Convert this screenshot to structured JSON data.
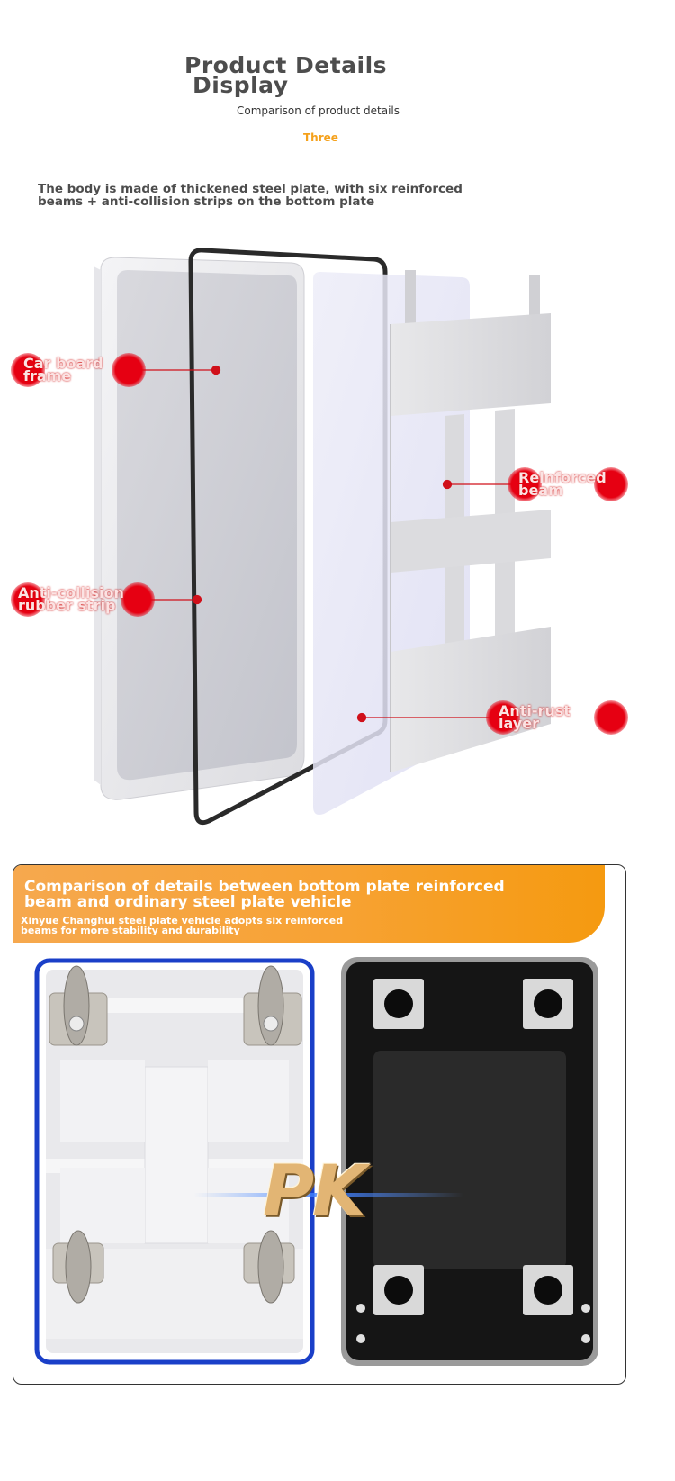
{
  "header": {
    "title_line1": "Product Details",
    "title_line2": "Display",
    "subtitle": "Comparison of product details",
    "section_number": "Three"
  },
  "description": "The body is made of thickened steel plate, with six reinforced\n beams + anti-collision strips on the bottom plate",
  "callouts": [
    {
      "label": "Car board\n frame"
    },
    {
      "label": "Anti-collision\n rubber strip"
    },
    {
      "label": "Reinforced\n beam"
    },
    {
      "label": "Anti-rust\n layer"
    }
  ],
  "comparison": {
    "title": "Comparison of details between bottom plate reinforced\n beam and ordinary steel plate vehicle",
    "subtitle": "Xinyue Changhui steel plate vehicle adopts six reinforced\n beams for more stability and durability",
    "versus_text": "PK"
  },
  "colors": {
    "accent_red": "#e60012",
    "orange": "#f7a233",
    "blue_frame": "#1a3fc8",
    "section_number": "#f5a11b"
  }
}
